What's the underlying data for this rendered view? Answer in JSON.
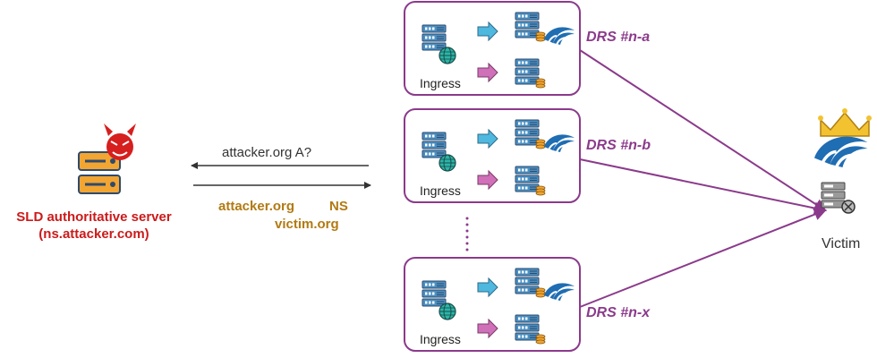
{
  "server": {
    "name": "SLD authoritative server",
    "host": "(ns.attacker.com)"
  },
  "messages": {
    "query": "attacker.org   A?",
    "response_domain": "attacker.org",
    "response_type": "NS",
    "response_target": "victim.org"
  },
  "drs_nodes": [
    {
      "label": "DRS #n-a",
      "ingress": "Ingress"
    },
    {
      "label": "DRS #n-b",
      "ingress": "Ingress"
    },
    {
      "label": "DRS #n-x",
      "ingress": "Ingress"
    }
  ],
  "victim": {
    "label": "Victim"
  },
  "colors": {
    "server_label": "#cc1a1a",
    "response_text": "#b27a12",
    "drs": "#8b3a8b",
    "server_blue": "#4a8fc0",
    "server_dark": "#2e4a6e",
    "server_gold": "#f2a531",
    "arrow_cyan": "#4fb8df",
    "arrow_pink": "#d070b8",
    "wave_blue": "#1f6db3",
    "crown_gold": "#f2c230"
  },
  "icons": [
    "devil-icon",
    "globe-icon",
    "coins-icon",
    "crown-icon",
    "wave-logo-icon",
    "broken-server-icon"
  ]
}
